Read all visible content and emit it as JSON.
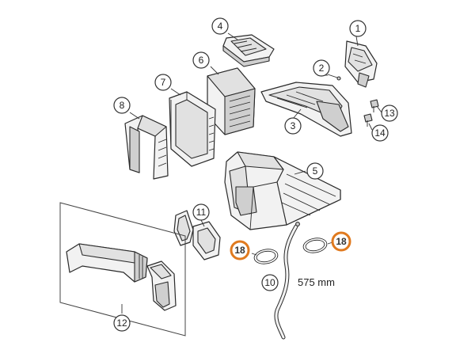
{
  "callouts": [
    {
      "label": "1"
    },
    {
      "label": "2"
    },
    {
      "label": "3"
    },
    {
      "label": "4"
    },
    {
      "label": "5"
    },
    {
      "label": "6"
    },
    {
      "label": "7"
    },
    {
      "label": "8"
    },
    {
      "label": "10"
    },
    {
      "label": "11"
    },
    {
      "label": "12"
    },
    {
      "label": "13"
    },
    {
      "label": "14"
    },
    {
      "label": "18"
    },
    {
      "label": "18"
    }
  ],
  "highlight_color": "#e07a1f",
  "dimension_label": "575 mm"
}
